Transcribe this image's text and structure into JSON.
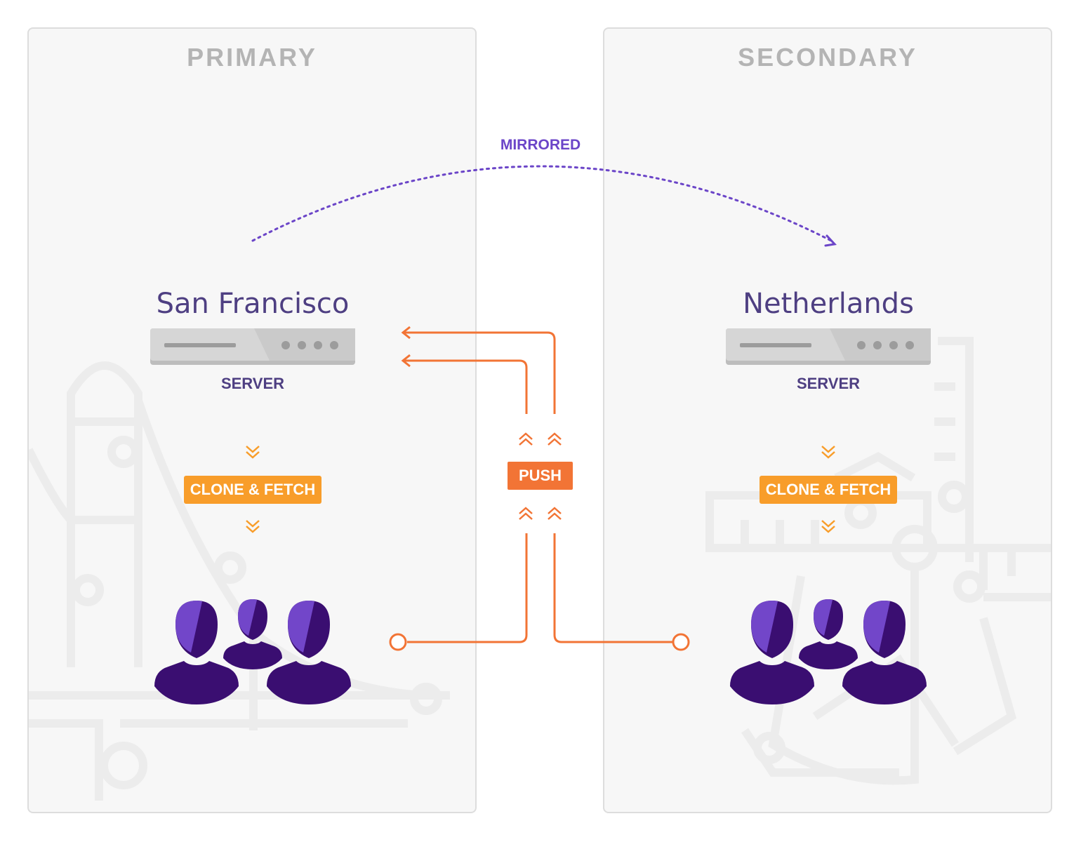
{
  "primary": {
    "title": "PRIMARY",
    "city": "San Francisco",
    "server_label": "SERVER",
    "clone_label": "CLONE & FETCH"
  },
  "secondary": {
    "title": "SECONDARY",
    "city": "Netherlands",
    "server_label": "SERVER",
    "clone_label": "CLONE & FETCH"
  },
  "mirrored_label": "MIRRORED",
  "push_label": "PUSH",
  "colors": {
    "purple_text": "#4e3f82",
    "mirror_purple": "#6b45c8",
    "push_orange": "#f27435",
    "clone_orange": "#f89d2a",
    "user_dark": "#3a0e71",
    "user_light": "#7246c9",
    "panel_bg": "#f7f7f7"
  }
}
